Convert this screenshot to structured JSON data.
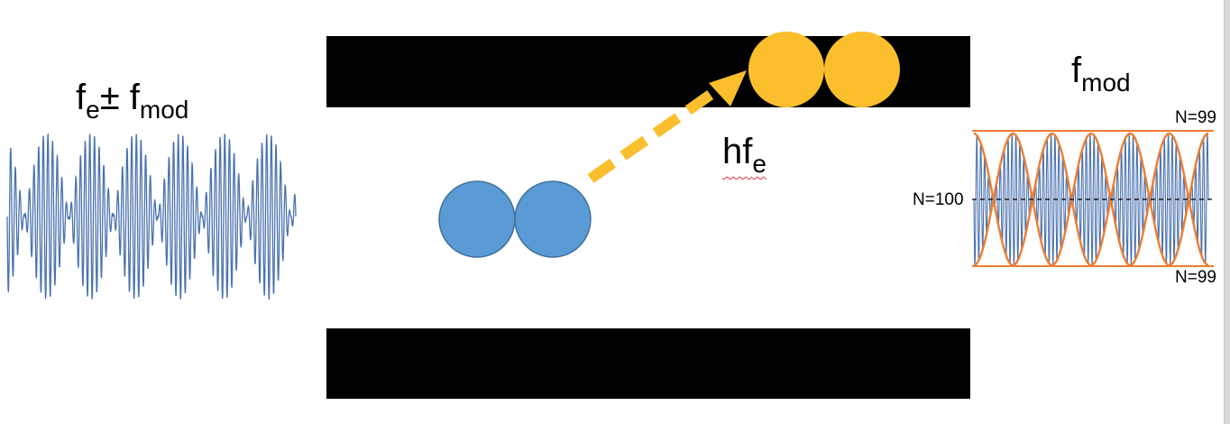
{
  "labels": {
    "left": {
      "base": "f",
      "sub1": "e",
      "op": "± f",
      "sub2": "mod"
    },
    "photon": {
      "base": "hf",
      "sub": "e"
    },
    "right": {
      "base": "f",
      "sub": "mod"
    },
    "n_top": "N=99",
    "n_mid": "N=100",
    "n_bottom": "N=99"
  },
  "colors": {
    "mirror": "#000000",
    "blue_atom": "#5b9bd5",
    "blue_outline": "#41719c",
    "orange_atom": "#fbbf2d",
    "arrow": "#fbbf2d",
    "wave": "#4a72b0",
    "envelope": "#ed7d31"
  }
}
